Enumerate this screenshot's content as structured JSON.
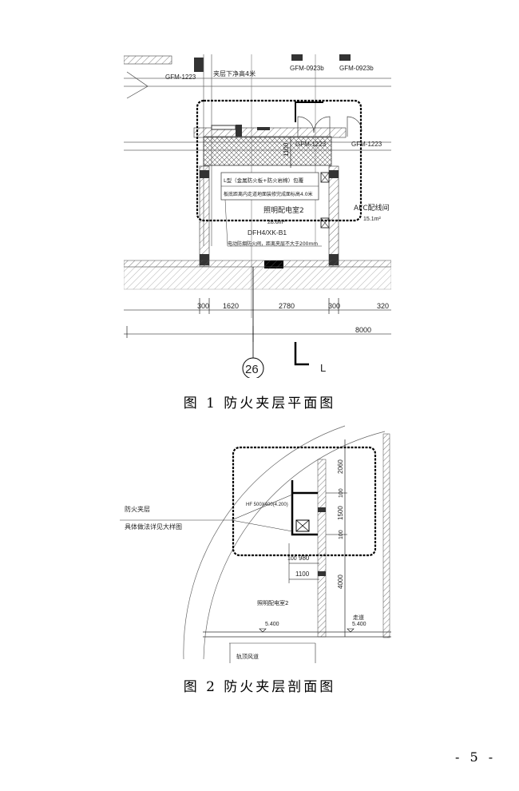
{
  "figure1": {
    "caption": "图 1  防火夹层平面图",
    "labels": {
      "door_left": "GFM-1223",
      "clear_height": "夹层下净高4米",
      "door_top1": "GFM-0923b",
      "door_top2": "GFM-0923b",
      "door_mid": "GFM-1223",
      "door_right": "GFM-1223",
      "dim_depth": "1100",
      "note_line1": "L型（金属防火板+防火岩棉）包覆",
      "note_line2": "板底距离内走道地面装修完成面标高4.0米",
      "room_name": "照明配电室2",
      "room_area": "28.6m²",
      "damper_code": "DFH4/XK-B1",
      "damper_note": "电动防烟防火阀，距离夹层不大于200mm",
      "afc_room": "AFC配线间",
      "afc_area": "15.1m²",
      "grid_axis": "26",
      "section_mark": "L"
    },
    "dimensions_row1": [
      "300",
      "1620",
      "2780",
      "300",
      "320"
    ],
    "dimension_total": "8000"
  },
  "figure2": {
    "caption": "图 2  防火夹层剖面图",
    "labels": {
      "callout_line1": "防火夹层",
      "callout_line2": "具体做法详见大样图",
      "duct": "HF 500X400(4.200)",
      "room_name": "照明配电室2",
      "level_left": "5.400",
      "corridor": "走道",
      "level_right": "5.400",
      "rail_duct": "轨顶风道"
    },
    "vertical_dims": [
      "2060",
      "100",
      "1500",
      "100",
      "4000"
    ],
    "horizontal_dims": [
      "100",
      "980",
      "1100"
    ]
  },
  "page_number": "- 5 -"
}
